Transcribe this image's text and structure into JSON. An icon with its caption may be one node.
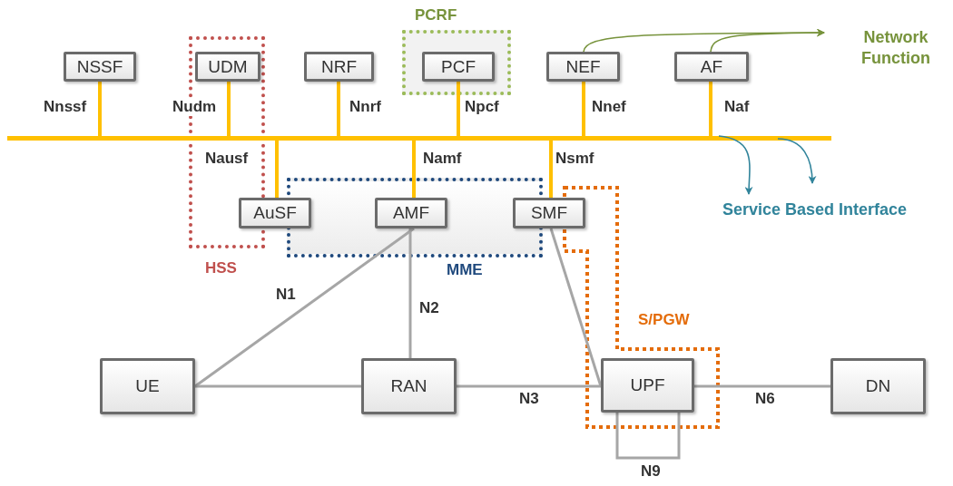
{
  "diagram": {
    "nodes": [
      {
        "text": [
          "NSSF"
        ]
      },
      {
        "text": [
          "HSS"
        ]
      },
      {
        "text": [
          "UDM"
        ],
        "in": 1
      },
      {
        "text": [
          "NRF"
        ]
      },
      {
        "text": [
          "PCRF"
        ]
      },
      {
        "text": [
          "PCF"
        ],
        "in": 4
      },
      {
        "text": [
          "NEF"
        ]
      },
      {
        "text": [
          "AF"
        ]
      },
      {
        "text": [
          "Network Function"
        ]
      },
      {
        "text": [],
        "shape": "bar"
      },
      {
        "text": [
          "MME"
        ]
      },
      {
        "text": [
          "AuSF"
        ]
      },
      {
        "text": [
          "AMF"
        ],
        "in": 10
      },
      {
        "text": [
          "SMF"
        ]
      },
      {
        "text": [
          "Service Based Interface"
        ]
      },
      {
        "text": [
          "S/PGW"
        ]
      },
      {
        "text": [
          "UE"
        ]
      },
      {
        "text": [
          "RAN"
        ]
      },
      {
        "text": [
          "UPF"
        ],
        "in": 15
      },
      {
        "text": [
          "DN"
        ]
      }
    ],
    "edges": [
      {
        "from": 0,
        "to": 9,
        "arrow": "none",
        "label": "Nnssf"
      },
      {
        "from": 2,
        "to": 9,
        "arrow": "none",
        "label": "Nudm"
      },
      {
        "from": 3,
        "to": 9,
        "arrow": "none",
        "label": "Nnrf"
      },
      {
        "from": 5,
        "to": 9,
        "arrow": "none",
        "label": "Npcf"
      },
      {
        "from": 6,
        "to": 9,
        "arrow": "none",
        "label": "Nnef"
      },
      {
        "from": 7,
        "to": 9,
        "arrow": "none",
        "label": "Naf"
      },
      {
        "from": 6,
        "to": 8,
        "arrow": "to",
        "color": "#77933c"
      },
      {
        "from": 7,
        "to": 8,
        "arrow": "to",
        "color": "#77933c"
      },
      {
        "from": 9,
        "to": 11,
        "arrow": "none",
        "label": "Nausf"
      },
      {
        "from": 9,
        "to": 12,
        "arrow": "none",
        "label": "Namf"
      },
      {
        "from": 9,
        "to": 13,
        "arrow": "none",
        "label": "Nsmf"
      },
      {
        "from": 9,
        "to": 14,
        "arrow": "to",
        "color": "#31849b"
      },
      {
        "from": 9,
        "to": 14,
        "arrow": "to",
        "color": "#31849b"
      },
      {
        "from": 16,
        "to": 12,
        "arrow": "none",
        "label": "N1",
        "color": "#a6a6a6"
      },
      {
        "from": 17,
        "to": 12,
        "arrow": "none",
        "label": "N2",
        "color": "#a6a6a6"
      },
      {
        "from": 13,
        "to": 18,
        "arrow": "none",
        "color": "#a6a6a6"
      },
      {
        "from": 16,
        "to": 17,
        "arrow": "none",
        "color": "#a6a6a6"
      },
      {
        "from": 17,
        "to": 18,
        "arrow": "none",
        "label": "N3",
        "color": "#a6a6a6"
      },
      {
        "from": 18,
        "to": 19,
        "arrow": "none",
        "label": "N6",
        "color": "#a6a6a6"
      },
      {
        "from": 18,
        "to": 18,
        "arrow": "none",
        "label": "N9",
        "color": "#a6a6a6"
      }
    ]
  }
}
